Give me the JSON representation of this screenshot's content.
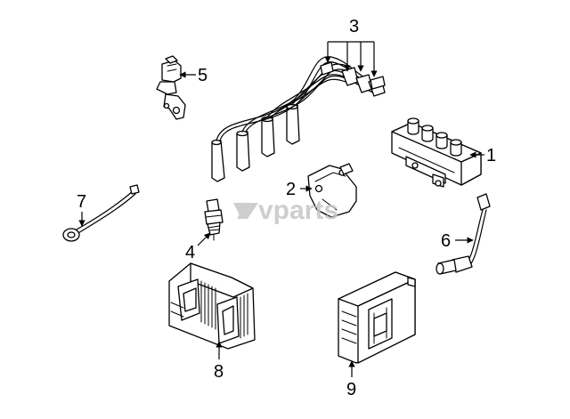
{
  "watermark": {
    "text": "vparts"
  },
  "callouts": [
    {
      "id": "1",
      "label": "1"
    },
    {
      "id": "2",
      "label": "2"
    },
    {
      "id": "3",
      "label": "3"
    },
    {
      "id": "4",
      "label": "4"
    },
    {
      "id": "5",
      "label": "5"
    },
    {
      "id": "6",
      "label": "6"
    },
    {
      "id": "7",
      "label": "7"
    },
    {
      "id": "8",
      "label": "8"
    },
    {
      "id": "9",
      "label": "9"
    }
  ]
}
